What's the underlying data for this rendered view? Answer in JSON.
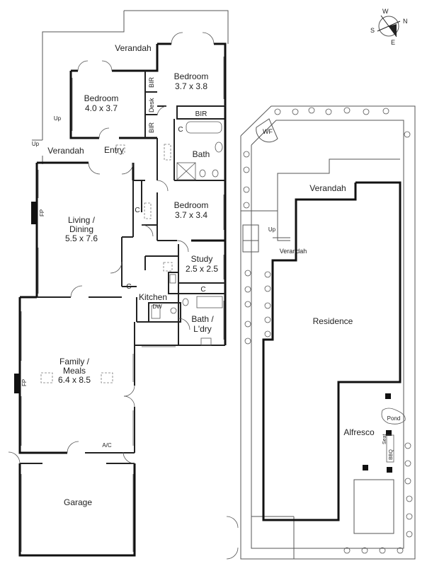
{
  "compass": {
    "n": "N",
    "s": "S",
    "e": "E",
    "w": "W"
  },
  "rooms": {
    "verandah_top": "Verandah",
    "bedroom1": "Bedroom",
    "bedroom1_size": "4.0 x 3.7",
    "bir1": "BIR",
    "desk": "Desk",
    "bir2": "BIR",
    "bedroom2": "Bedroom",
    "bedroom2_size": "3.7 x 3.8",
    "bir3": "BIR",
    "c_bath": "C",
    "bath": "Bath",
    "verandah_left": "Verandah",
    "entry": "Entry",
    "up1": "Up",
    "up2": "Up",
    "living": "Living /",
    "dining": "Dining",
    "living_size": "5.5 x 7.6",
    "fp1": "FP",
    "c_living": "C",
    "c_kitchen": "C",
    "bedroom3": "Bedroom",
    "bedroom3_size": "3.7 x 3.4",
    "study": "Study",
    "study_size": "2.5 x 2.5",
    "c_laundry": "C",
    "kitchen": "Kitchen",
    "dw": "DW",
    "bath_laundry": "Bath /",
    "laundry": "L'dry",
    "family": "Family /",
    "meals": "Meals",
    "family_size": "6.4 x 8.5",
    "fp2": "FP",
    "ac": "A/C",
    "garage": "Garage"
  },
  "site": {
    "wf": "WF",
    "verandah_rear": "Verandah",
    "verandah_small": "Verandah",
    "up": "Up",
    "residence": "Residence",
    "alfresco": "Alfresco",
    "pond": "Pond",
    "seat": "Seat",
    "bbq": "BBQ"
  }
}
